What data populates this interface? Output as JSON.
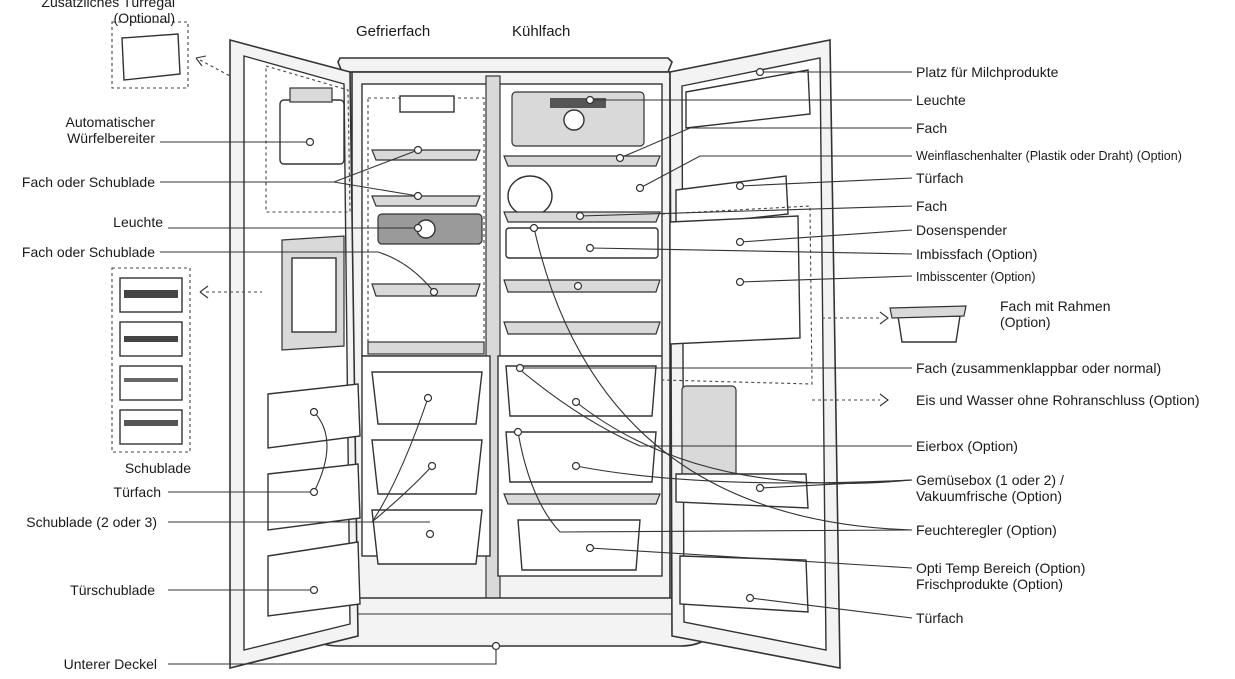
{
  "headers": {
    "freezer": "Gefrierfach",
    "fridge": "Kühlfach"
  },
  "left_labels": {
    "extra_door_shelf_line1": "Zusätzliches Türregal",
    "extra_door_shelf_line2": "(Optional)",
    "ice_maker_line1": "Automatischer",
    "ice_maker_line2": "Würfelbereiter",
    "shelf_or_drawer_1": "Fach oder Schublade",
    "light": "Leuchte",
    "shelf_or_drawer_2": "Fach oder Schublade",
    "drawer": "Schublade",
    "door_bin": "Türfach",
    "drawer_2_or_3": "Schublade (2 oder 3)",
    "door_drawer": "Türschublade",
    "lower_cover": "Unterer Deckel"
  },
  "right_labels": {
    "dairy": "Platz für Milchprodukte",
    "light": "Leuchte",
    "shelf_1": "Fach",
    "wine_holder": "Weinflaschenhalter (Plastik oder Draht) (Option)",
    "door_bin_1": "Türfach",
    "shelf_2": "Fach",
    "can_dispenser": "Dosenspender",
    "snack_shelf": "Imbissfach (Option)",
    "snack_center": "Imbisscenter (Option)",
    "framed_shelf_line1": "Fach mit Rahmen",
    "framed_shelf_line2": "(Option)",
    "folding_shelf": "Fach (zusammenklappbar oder normal)",
    "ice_water": "Eis und Wasser ohne Rohranschluss (Option)",
    "egg_box": "Eierbox (Option)",
    "veg_box_line1": "Gemüsebox (1 oder 2) /",
    "veg_box_line2": "Vakuumfrische (Option)",
    "humidity": "Feuchteregler (Option)",
    "opti_temp_line1": "Opti Temp Bereich (Option)",
    "opti_temp_line2": "Frischprodukte (Option)",
    "door_bin_2": "Türfach"
  }
}
